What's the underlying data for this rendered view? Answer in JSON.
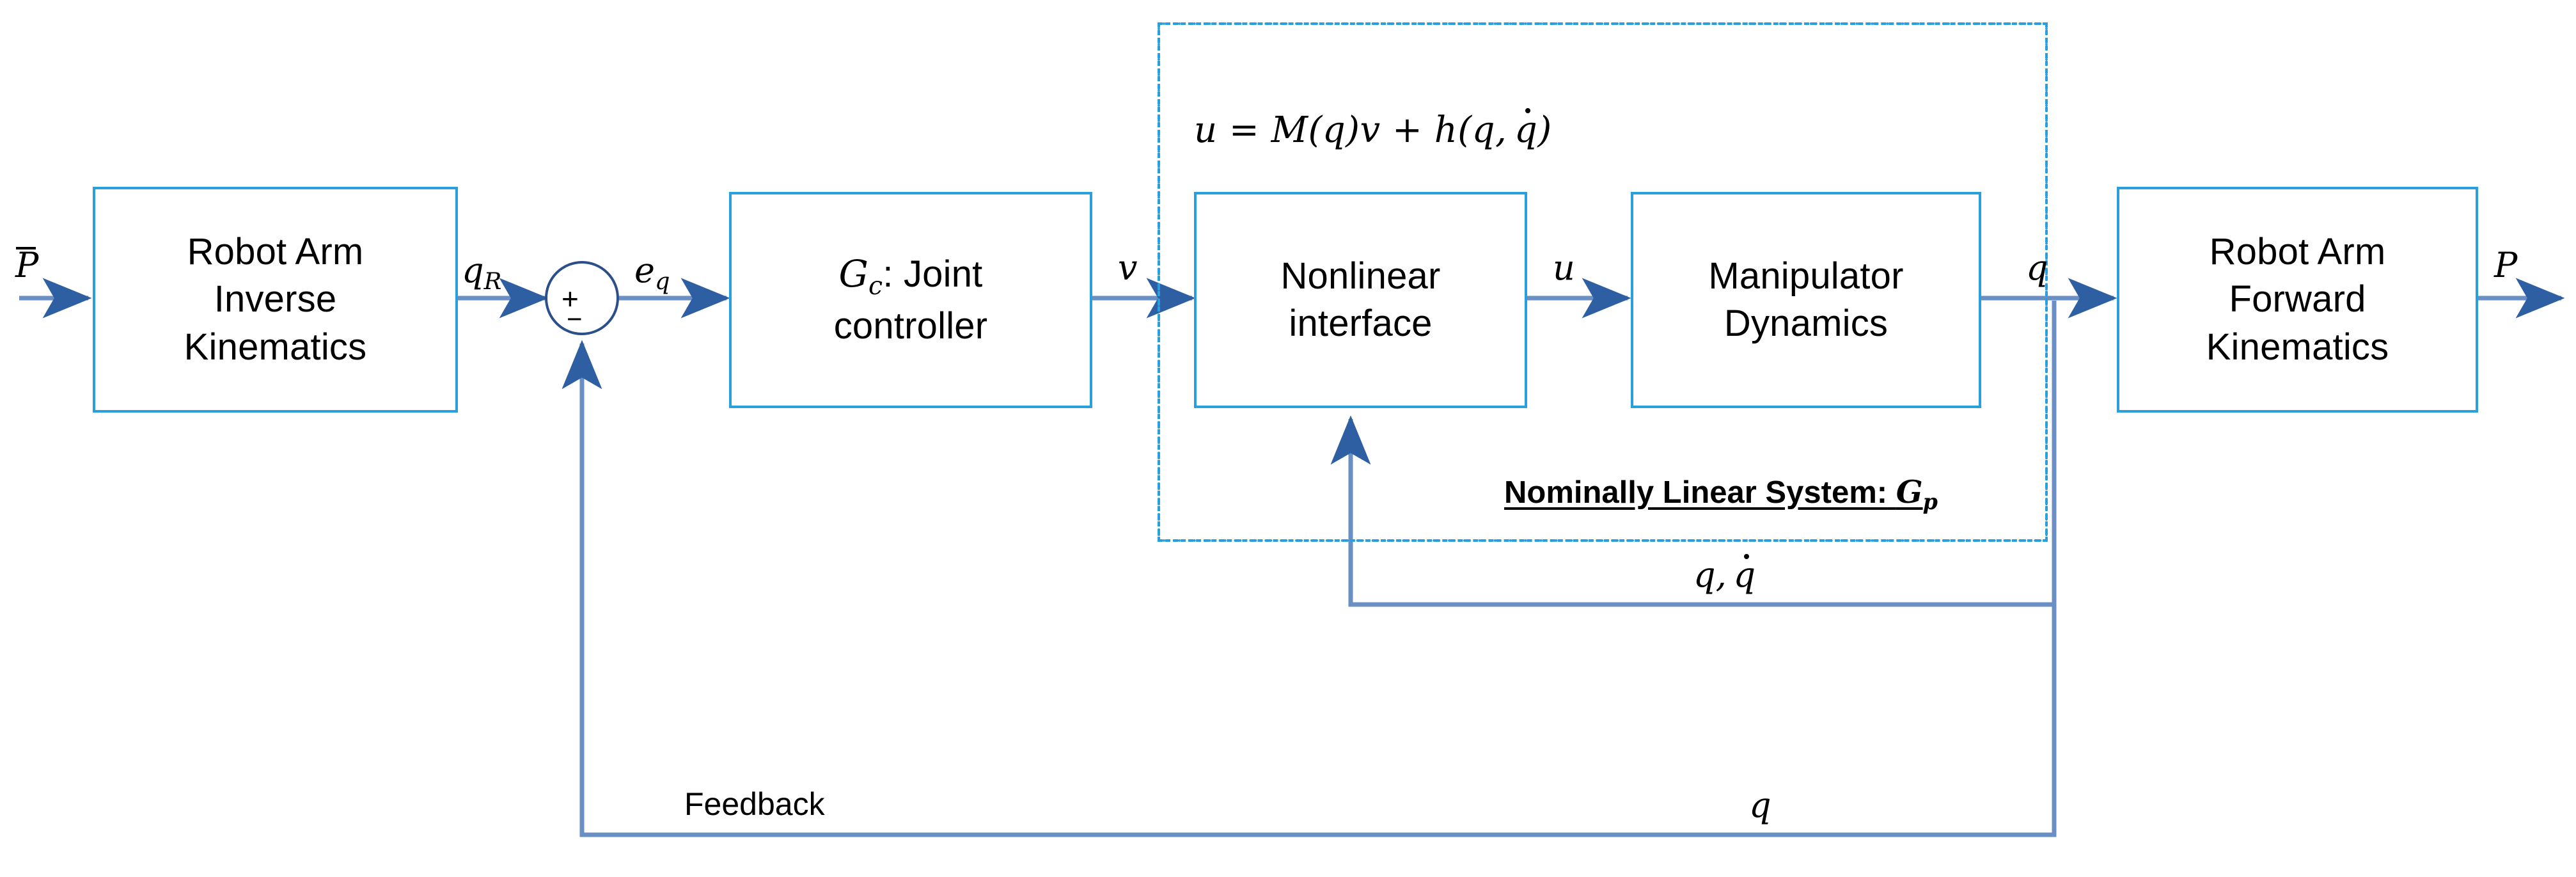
{
  "diagram": {
    "title": "Robot arm computed-torque control block diagram",
    "colors": {
      "block_border": "#2A9FDE",
      "wire": "#6A8FC4",
      "arrowhead": "#2E5FA3",
      "group_border": "#2A9FDE",
      "sum_border": "#2C4F8C",
      "text": "#000000",
      "background": "#FFFFFF"
    },
    "blocks": [
      {
        "id": "inverse-kinematics",
        "line1": "Robot Arm",
        "line2": "Inverse",
        "line3": "Kinematics"
      },
      {
        "id": "joint-controller",
        "line1": "G",
        "sub1": "c",
        "line2": ": Joint",
        "line3": "controller"
      },
      {
        "id": "nonlinear-interface",
        "line1": "Nonlinear",
        "line2": "interface"
      },
      {
        "id": "manipulator-dynamics",
        "line1": "Manipulator",
        "line2": "Dynamics"
      },
      {
        "id": "forward-kinematics",
        "line1": "Robot Arm",
        "line2": "Forward",
        "line3": "Kinematics"
      }
    ],
    "signals": {
      "reference": "P",
      "reference_accent": "bar",
      "joint_reference": "q",
      "joint_reference_sub": "R",
      "error": "e",
      "error_sub": "q",
      "control_v": "v",
      "torque_u": "u",
      "joint_q": "q",
      "output": "P",
      "inner_feedback": "q, q̇",
      "outer_feedback": "q"
    },
    "equation": {
      "lhs": "u",
      "eq": "=",
      "rhs_1": "M(q)v",
      "plus": "+",
      "rhs_2": "h(q, q̇)",
      "full": "u = M(q)v + h(q, q̇)"
    },
    "group": {
      "label_text": "Nominally Linear System:",
      "label_symbol": "G",
      "label_symbol_sub": "p"
    },
    "sum_junction": {
      "plus": "+",
      "minus": "−"
    },
    "annotations": {
      "feedback": "Feedback"
    }
  }
}
